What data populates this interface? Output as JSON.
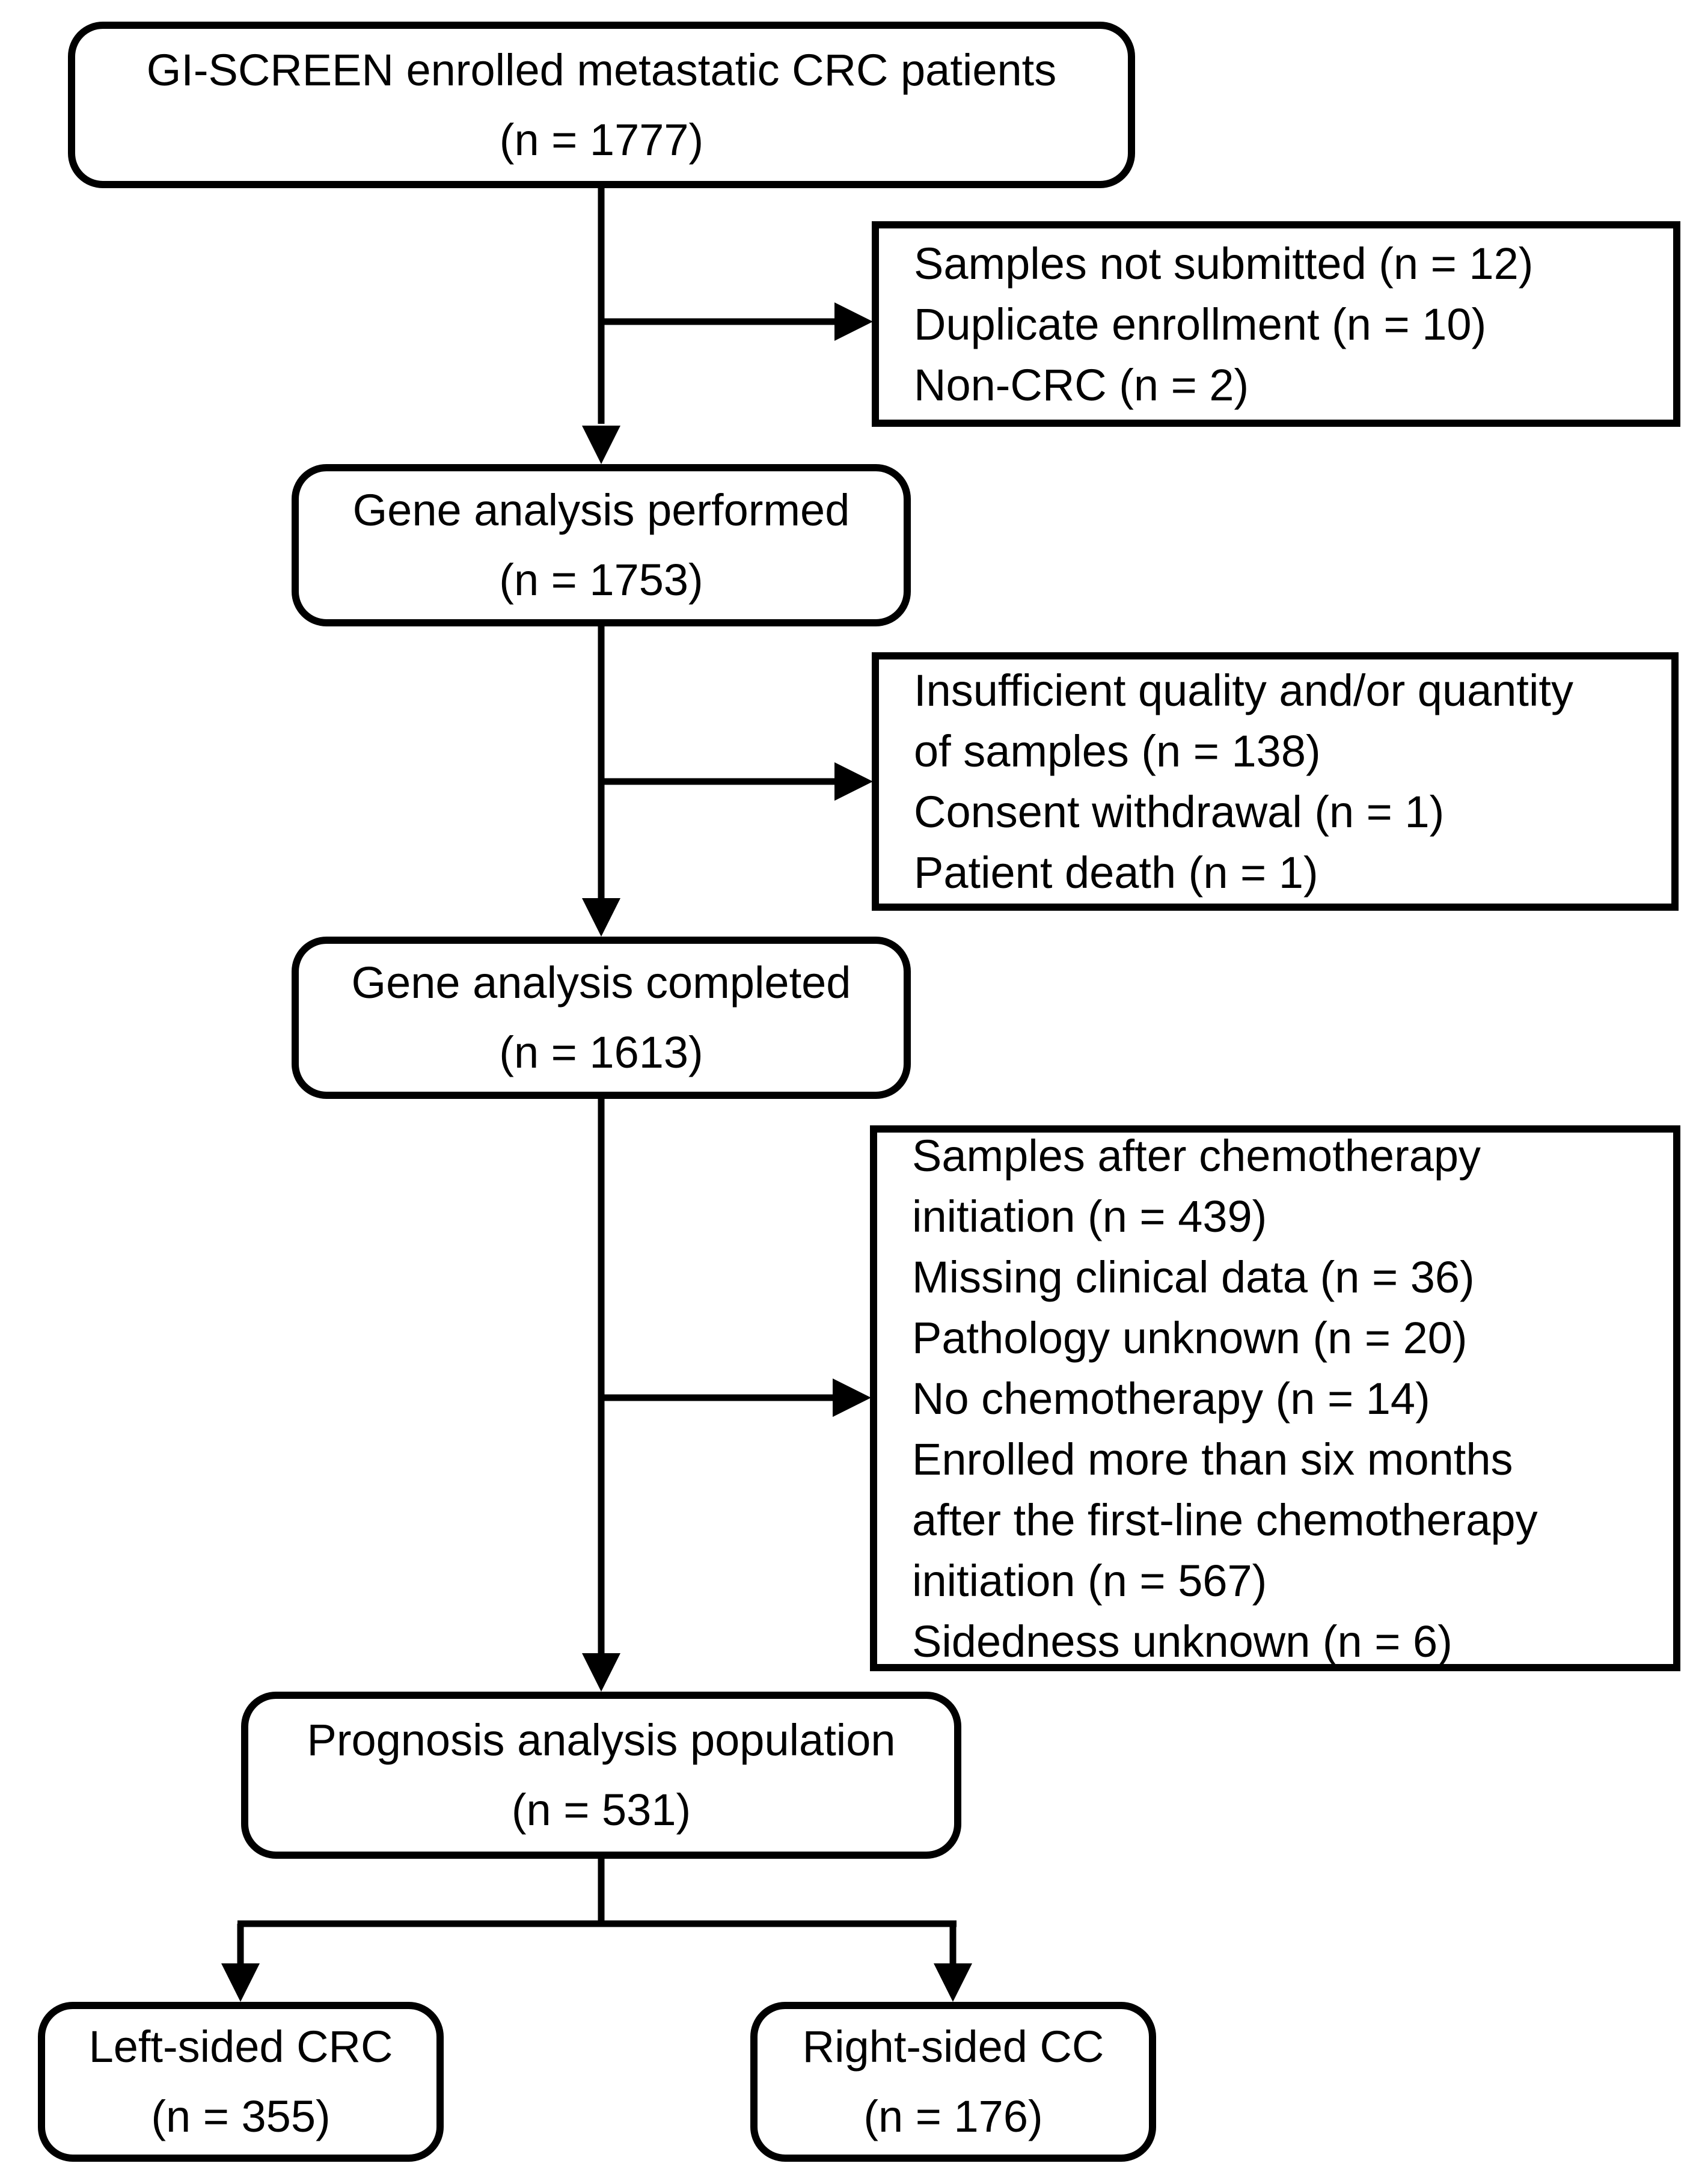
{
  "figure": {
    "background_color": "#ffffff",
    "line_color": "#000000",
    "box_fill_color": "#ffffff"
  },
  "nodes": {
    "enrolled": {
      "title": "GI-SCREEN enrolled metastatic CRC patients",
      "count": "(n = 1777)"
    },
    "performed": {
      "title": "Gene analysis performed",
      "count": "(n = 1753)"
    },
    "completed": {
      "title": "Gene analysis completed",
      "count": "(n = 1613)"
    },
    "prognosis": {
      "title": "Prognosis analysis population",
      "count": "(n = 531)"
    },
    "left_sided": {
      "title": "Left-sided CRC",
      "count": "(n = 355)"
    },
    "right_sided": {
      "title": "Right-sided CC",
      "count": "(n = 176)"
    }
  },
  "exclusions": {
    "box1": {
      "lines": [
        "Samples not submitted (n = 12)",
        "Duplicate enrollment (n = 10)",
        "Non-CRC (n = 2)"
      ]
    },
    "box2": {
      "lines": [
        "Insufficient quality and/or quantity",
        "of samples (n = 138)",
        "Consent withdrawal (n = 1)",
        "Patient death (n = 1)"
      ]
    },
    "box3": {
      "lines": [
        "Samples after chemotherapy",
        "initiation (n = 439)",
        "Missing clinical data (n = 36)",
        "Pathology unknown (n = 20)",
        "No chemotherapy (n = 14)",
        "Enrolled more than six months",
        "after the first-line chemotherapy",
        "initiation (n = 567)",
        "Sidedness unknown (n = 6)"
      ]
    }
  }
}
